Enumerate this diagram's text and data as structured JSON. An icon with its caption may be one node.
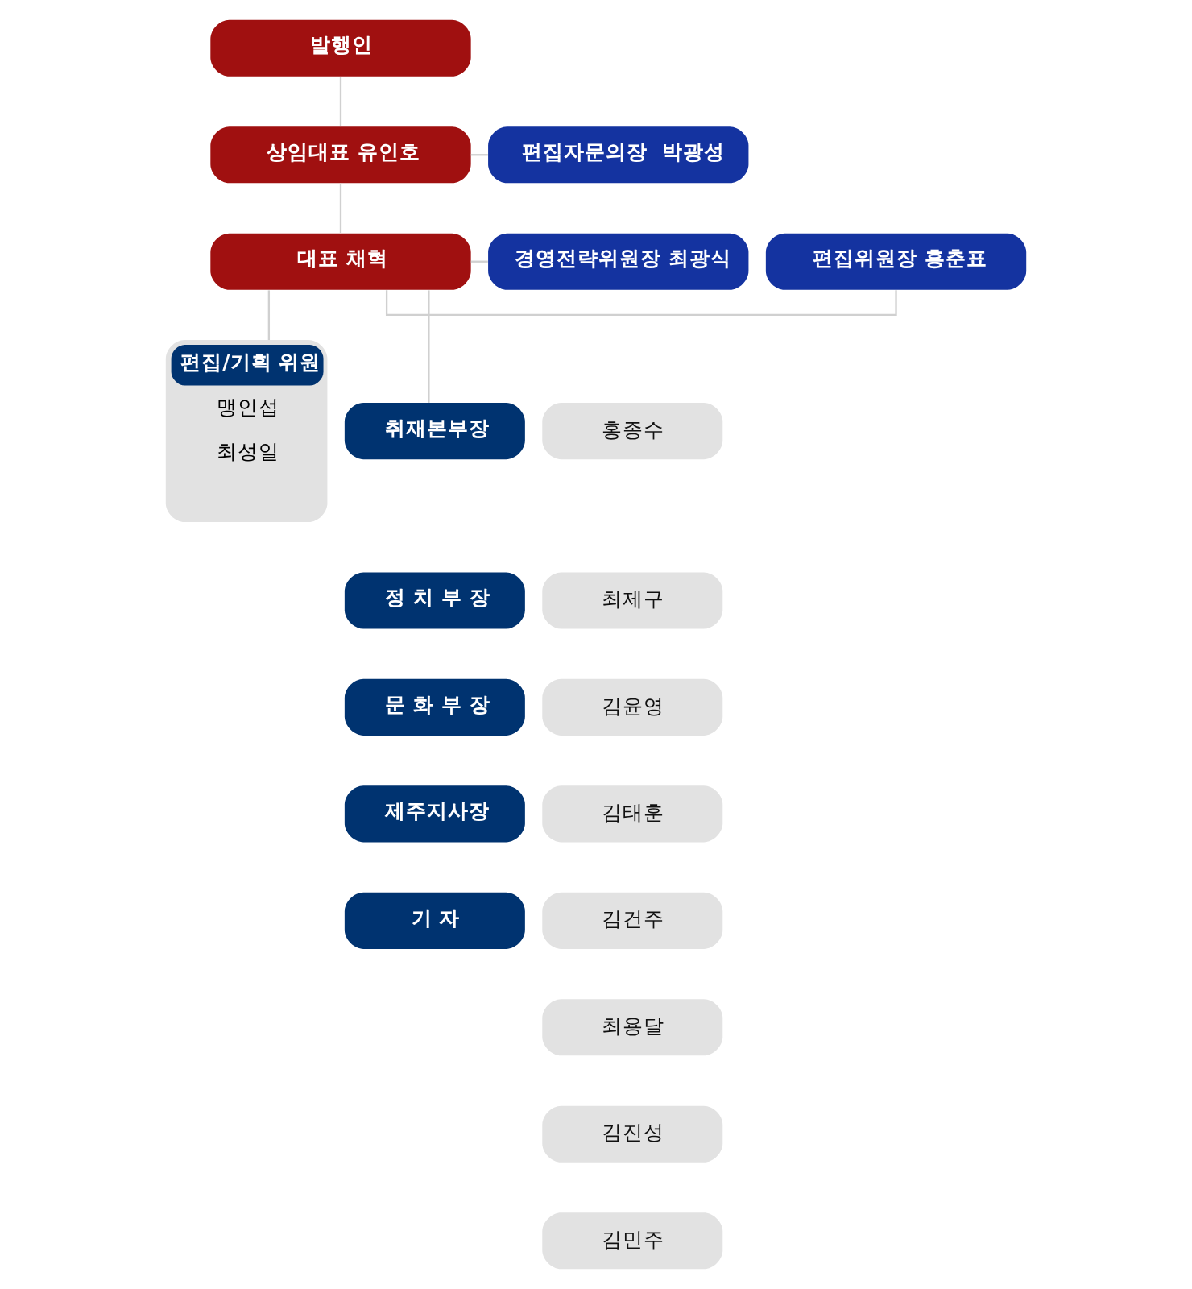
{
  "diagram": {
    "nodes": [
      {
        "text": [
          "발행인"
        ]
      },
      {
        "text": [
          "상임대표 유인호"
        ]
      },
      {
        "text": [
          "편집자문의장  박광성"
        ]
      },
      {
        "text": [
          "편집위원장 홍춘표"
        ]
      },
      {
        "text": [
          "대표 채혁"
        ]
      },
      {
        "text": [
          "경영전략위원장 최광식"
        ]
      },
      {
        "text": [
          "편집/기획 위원",
          "맹인섭",
          "최성일"
        ]
      },
      {
        "text": [
          "취재본부장"
        ]
      },
      {
        "text": [
          "홍종수"
        ]
      },
      {
        "text": [
          "정 치 부 장"
        ]
      },
      {
        "text": [
          "최제구"
        ]
      },
      {
        "text": [
          "문 화 부 장"
        ]
      },
      {
        "text": [
          "김윤영"
        ]
      },
      {
        "text": [
          "제주지사장"
        ]
      },
      {
        "text": [
          "김태훈"
        ]
      },
      {
        "text": [
          "기 자"
        ]
      },
      {
        "text": [
          "김건주"
        ]
      },
      {
        "text": [
          "최용달"
        ]
      },
      {
        "text": [
          "김진성"
        ]
      },
      {
        "text": [
          "김민주"
        ]
      }
    ],
    "edges": [
      {
        "from": 0,
        "to": 1,
        "arrow": "none"
      },
      {
        "from": 1,
        "to": 2,
        "arrow": "none"
      },
      {
        "from": 1,
        "to": 4,
        "arrow": "none"
      },
      {
        "from": 4,
        "to": 3,
        "arrow": "none"
      },
      {
        "from": 4,
        "to": 5,
        "arrow": "none"
      },
      {
        "from": 4,
        "to": 6,
        "arrow": "none"
      },
      {
        "from": 4,
        "to": 7,
        "arrow": "none"
      }
    ]
  }
}
